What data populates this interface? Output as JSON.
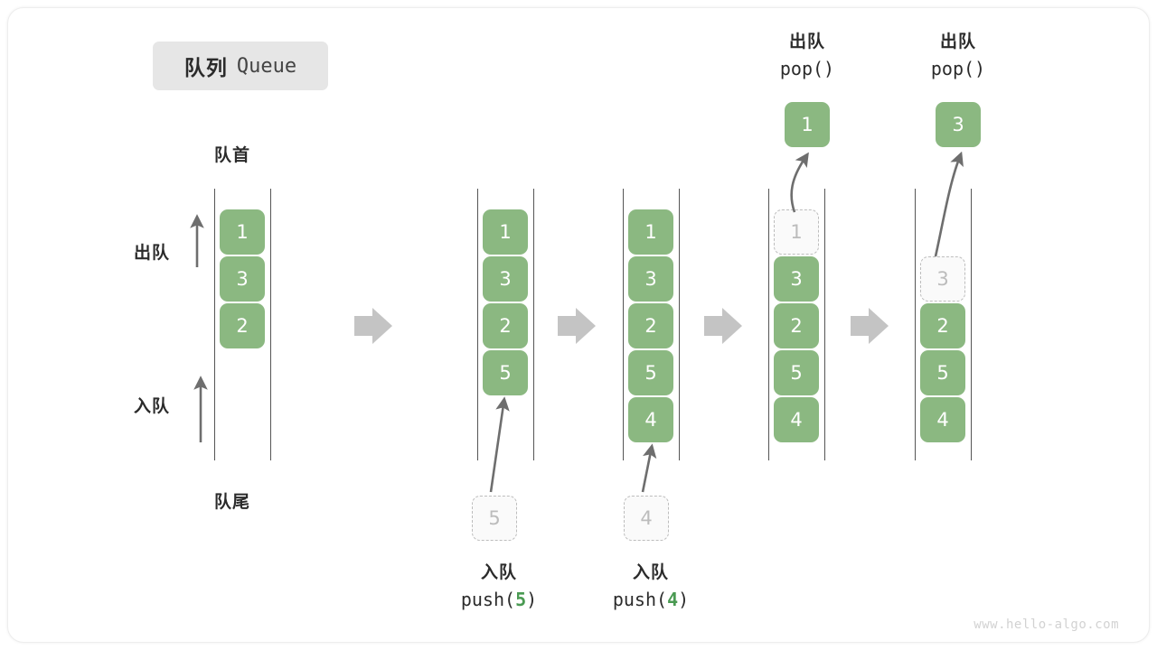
{
  "title": {
    "cn": "队列",
    "en": "Queue"
  },
  "annotations": {
    "front": "队首",
    "rear": "队尾",
    "dequeue": "出队",
    "enqueue": "入队"
  },
  "watermark": "www.hello-algo.com",
  "colors": {
    "cell_green": "#8bb881",
    "ghost_border": "#bdbdbd",
    "ghost_text": "#bcbcbc",
    "arrow_grey": "#c4c4c4",
    "rail": "#555555",
    "badge_bg": "#e6e6e6",
    "code_number": "#4a9a52"
  },
  "stages": [
    {
      "id": "stage-1-initial",
      "cells": [
        "1",
        "3",
        "2"
      ],
      "ghost_slot": null,
      "caption": null
    },
    {
      "id": "stage-2-after-push-5",
      "cells": [
        "1",
        "3",
        "2",
        "5"
      ],
      "ghost_slot": null,
      "caption": {
        "cn": "入队",
        "code_prefix": "push(",
        "code_value": "5",
        "code_suffix": ")"
      },
      "incoming_ghost": "5"
    },
    {
      "id": "stage-3-after-push-4",
      "cells": [
        "1",
        "3",
        "2",
        "5",
        "4"
      ],
      "ghost_slot": null,
      "caption": {
        "cn": "入队",
        "code_prefix": "push(",
        "code_value": "4",
        "code_suffix": ")"
      },
      "incoming_ghost": "4"
    },
    {
      "id": "stage-4-after-pop-1",
      "cells": [
        "3",
        "2",
        "5",
        "4"
      ],
      "ghost_slot": {
        "index": 0,
        "value": "1"
      },
      "top_caption": {
        "cn": "出队",
        "code": "pop()"
      },
      "popped": "1"
    },
    {
      "id": "stage-5-after-pop-3",
      "cells": [
        "2",
        "5",
        "4"
      ],
      "ghost_slot": {
        "index": 1,
        "value": "3"
      },
      "top_caption": {
        "cn": "出队",
        "code": "pop()"
      },
      "popped": "3"
    }
  ],
  "transition_arrows": 4
}
